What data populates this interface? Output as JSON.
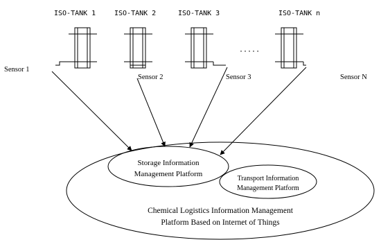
{
  "tanks": [
    {
      "label": "ISO-TANK 1"
    },
    {
      "label": "ISO-TANK 2"
    },
    {
      "label": "ISO-TANK 3"
    },
    {
      "label": "ISO-TANK n"
    }
  ],
  "ellipsis": "·····",
  "sensors": [
    {
      "label": "Sensor 1"
    },
    {
      "label": "Sensor 2"
    },
    {
      "label": "Sensor 3"
    },
    {
      "label": "Sensor N"
    }
  ],
  "platforms": {
    "storage": {
      "line1": "Storage Information",
      "line2": "Management Platform"
    },
    "transport": {
      "line1": "Transport Information",
      "line2": "Management Platform"
    },
    "main": {
      "line1": "Chemical Logistics Information Management",
      "line2": "Platform Based on Internet of Things"
    }
  }
}
